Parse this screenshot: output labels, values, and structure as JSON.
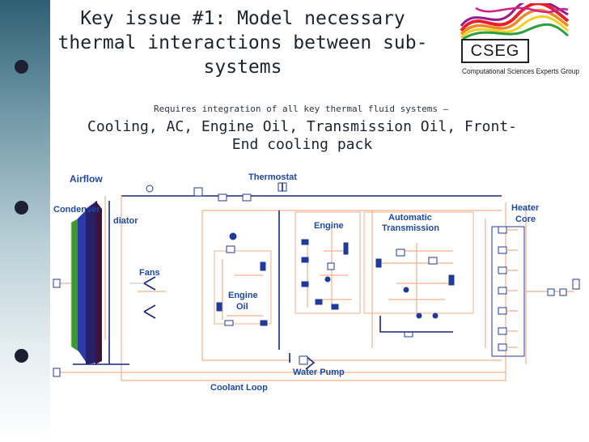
{
  "slide": {
    "title": "Key issue #1: Model necessary thermal interactions between sub-systems",
    "subtitle": "Requires integration of all key thermal fluid systems –",
    "body": "Cooling, AC, Engine Oil, Transmission Oil, Front-End cooling pack"
  },
  "logo": {
    "name": "CSEG",
    "caption": "Computational Sciences Experts Group"
  },
  "diagram": {
    "labels": {
      "airflow": "Airflow",
      "thermostat": "Thermostat",
      "condenser": "Condenser",
      "radiator": "diator",
      "heater_core_1": "Heater",
      "heater_core_2": "Core",
      "engine": "Engine",
      "auto_trans_1": "Automatic",
      "auto_trans_2": "Transmission",
      "fans": "Fans",
      "engine_oil_1": "Engine",
      "engine_oil_2": "Oil",
      "water_pump": "Water Pump",
      "coolant_loop": "Coolant Loop"
    }
  },
  "colors": {
    "label_blue": "#1f49a8",
    "wire_orange": "#f2b08a",
    "dark_line": "#14287a",
    "condenser_green": "#3a9a2a",
    "condenser_blue": "#2a3aa8",
    "radiator_purple": "#3a1440"
  }
}
